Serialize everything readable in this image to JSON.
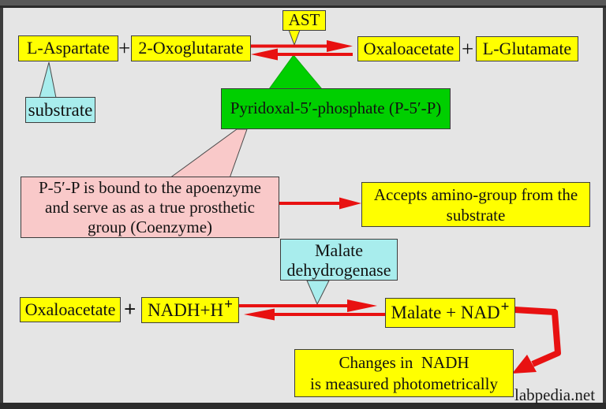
{
  "colors": {
    "background": "#e5e5e5",
    "box_yellow": "#ffff00",
    "box_cyan": "#a8eded",
    "box_green": "#00cf00",
    "box_pink": "#f9c9c9",
    "arrow_red": "#e81111",
    "border": "#3d3d3d"
  },
  "reaction_top": {
    "substrate_1": "L-Aspartate",
    "plus_1": "+",
    "substrate_2": "2-Oxoglutarate",
    "enzyme": "AST",
    "product_1": "Oxaloacetate",
    "plus_2": "+",
    "product_2": "L-Glutamate"
  },
  "notes": {
    "substrate_note": "substrate",
    "coenzyme": "Pyridoxal-5′-phosphate (P-5′-P)",
    "coenzyme_note_line_1": "P-5′-P is bound to the apoenzyme",
    "coenzyme_note_line_2": "and serve as as a true prosthetic",
    "coenzyme_note_line_3": "group (Coenzyme)",
    "accepts_line_1": "Accepts amino-group from the",
    "accepts_line_2": "substrate"
  },
  "reaction_bottom": {
    "substrate_1": "Oxaloacetate",
    "plus_1": "+",
    "substrate_2_base": "NADH+H",
    "substrate_2_sup": "+",
    "enzyme_line_1": "Malate",
    "enzyme_line_2": "dehydrogenase",
    "product_base": "Malate + NAD",
    "product_sup": "+"
  },
  "measurement": {
    "line_1": "Changes in  NADH",
    "line_2": "is measured photometrically"
  },
  "watermark": "labpedia.net"
}
